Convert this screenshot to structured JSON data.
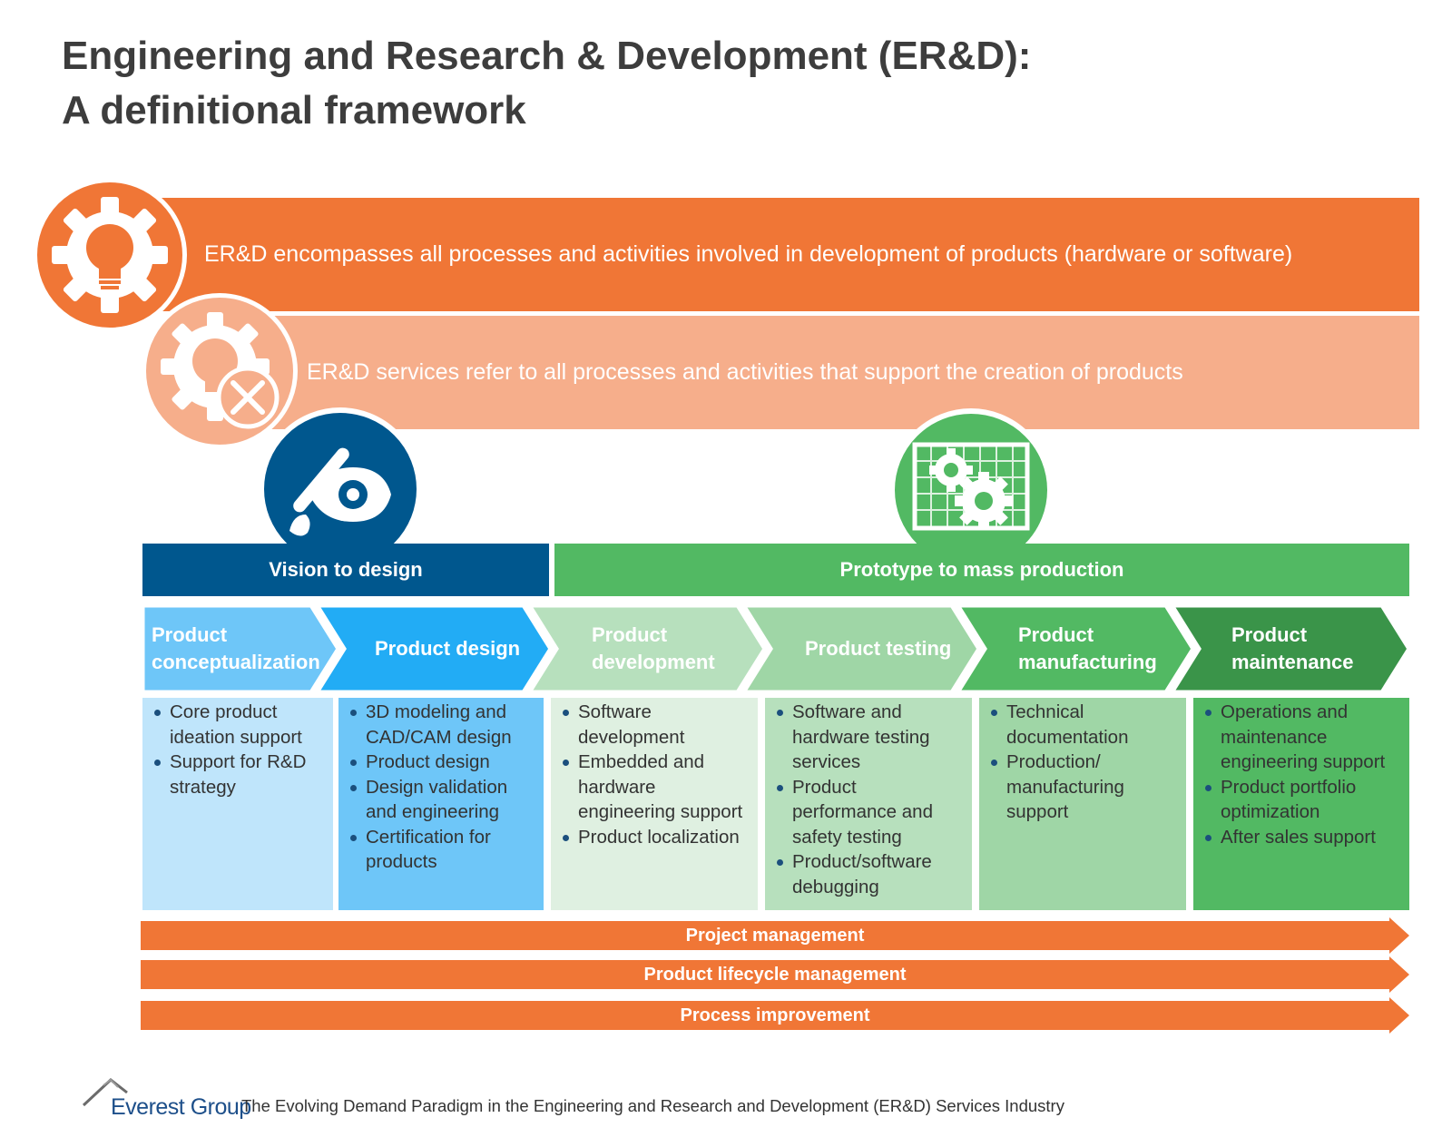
{
  "title": {
    "line1": "Engineering and Research & Development (ER&D):",
    "line2": "A definitional framework"
  },
  "bands": {
    "erd": "ER&D encompasses all processes and activities involved in development of products (hardware or software)",
    "erd_services": "ER&D services refer to all processes and activities that support the creation of products"
  },
  "icons": [
    "gear-lightbulb-icon",
    "gear-lightbulb-tools-icon",
    "paintbrush-eye-icon",
    "gears-circuit-board-icon"
  ],
  "phases": {
    "vision": "Vision to design",
    "prototype": "Prototype to mass production"
  },
  "stages": [
    {
      "label": "Product conceptualization",
      "items": [
        "Core product ideation support",
        "Support for R&D strategy"
      ]
    },
    {
      "label": "Product design",
      "items": [
        "3D modeling and CAD/CAM design",
        "Product design",
        "Design validation and engineering",
        "Certification for products"
      ]
    },
    {
      "label": "Product development",
      "items": [
        "Software development",
        "Embedded and hardware engineering support",
        "Product localization"
      ]
    },
    {
      "label": "Product testing",
      "items": [
        "Software and hardware testing services",
        "Product performance and safety testing",
        "Product/software debugging"
      ]
    },
    {
      "label": "Product manufacturing",
      "items": [
        "Technical documentation",
        "Production/ manufacturing support"
      ]
    },
    {
      "label": "Product maintenance",
      "items": [
        "Operations and maintenance engineering support",
        "Product portfolio optimization",
        "After sales support"
      ]
    }
  ],
  "arrows": [
    "Project management",
    "Product lifecycle management",
    "Process improvement"
  ],
  "footer": {
    "brand": "Everest Group",
    "text": "The Evolving Demand Paradigm in the Engineering and Research and Development (ER&D) Services Industry"
  },
  "colors": {
    "orange": "#f07636",
    "light_orange": "#f6ae8b",
    "navy": "#00578e",
    "green": "#52b963",
    "chevron_fills": [
      "#6ec6f8",
      "#22acf5",
      "#b7e0bd",
      "#9fd6a6",
      "#52b963",
      "#3a9449"
    ],
    "column_fills": [
      "#bfe5fb",
      "#6ec6f8",
      "#dff0e1",
      "#b7e0bd",
      "#9fd6a6",
      "#52b963"
    ]
  }
}
